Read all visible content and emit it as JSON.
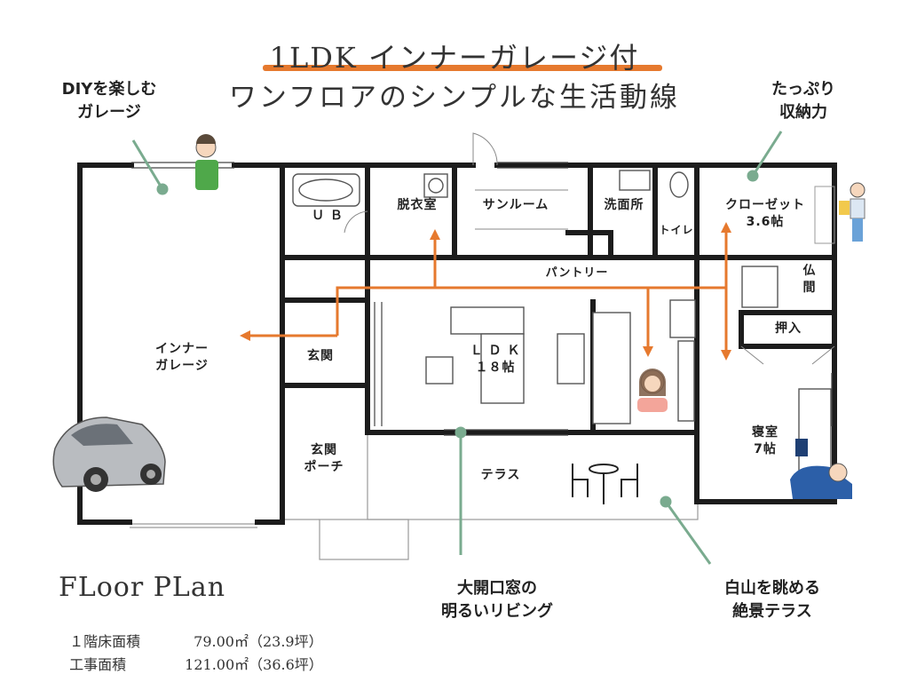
{
  "title": {
    "main": "1LDK インナーガレージ付",
    "sub": "ワンフロアのシンプルな生活動線"
  },
  "callouts": {
    "diy_garage": [
      "DIYを楽しむ",
      "ガレージ"
    ],
    "storage": [
      "たっぷり",
      "収納力"
    ],
    "living": [
      "大開口窓の",
      "明るいリビング"
    ],
    "terrace": [
      "白山を眺める",
      "絶景テラス"
    ]
  },
  "rooms": {
    "ub": "Ｕ Ｂ",
    "dressing": "脱衣室",
    "sunroom": "サンルーム",
    "washroom": "洗面所",
    "toilet": "トイレ",
    "closet": [
      "クローゼット",
      "3.6帖"
    ],
    "pantry": "パントリー",
    "butsuma": [
      "仏",
      "間"
    ],
    "oshiire": "押入",
    "garage": [
      "インナー",
      "ガレージ"
    ],
    "entrance": "玄関",
    "ldk": [
      "Ｌ Ｄ Ｋ",
      "１８帖"
    ],
    "bedroom": [
      "寝室",
      "7帖"
    ],
    "porch": [
      "玄関",
      "ポーチ"
    ],
    "terrace": "テラス"
  },
  "floor_plan": {
    "label": "FLoor PLan",
    "areas": [
      {
        "label": "１階床面積",
        "value": "79.00㎡（23.9坪）"
      },
      {
        "label": "工事面積",
        "value": "121.00㎡（36.6坪）"
      }
    ]
  },
  "colors": {
    "accent": "#e6792e",
    "leader": "#7aab8f",
    "wall": "#1c1c1c",
    "car": "#b9bcc0"
  }
}
